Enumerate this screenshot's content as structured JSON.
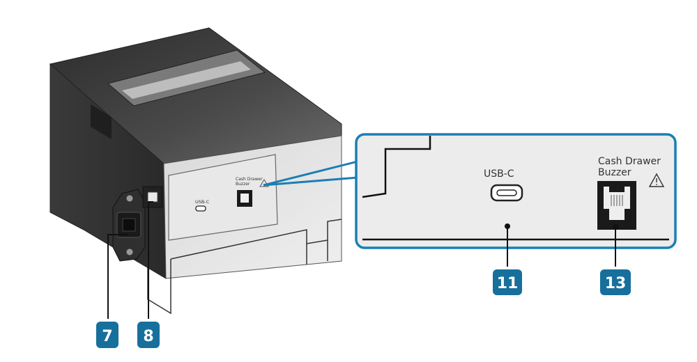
{
  "panel_labels": {
    "usb_small": "USB-C",
    "cash_small_line1": "Cash Drawer",
    "cash_small_line2": "Buzzer",
    "usb_zoom": "USB-C",
    "cash_zoom_line1": "Cash Drawer",
    "cash_zoom_line2": "Buzzer"
  },
  "callouts": {
    "power_inlet": "7",
    "power_switch": "8",
    "usb_port": "11",
    "cash_drawer_port": "13"
  },
  "colors": {
    "accent": "#1a7fb4",
    "badge": "#176f9c",
    "printer_dark": "#3a3a3a",
    "panel_gray": "#ececec"
  }
}
